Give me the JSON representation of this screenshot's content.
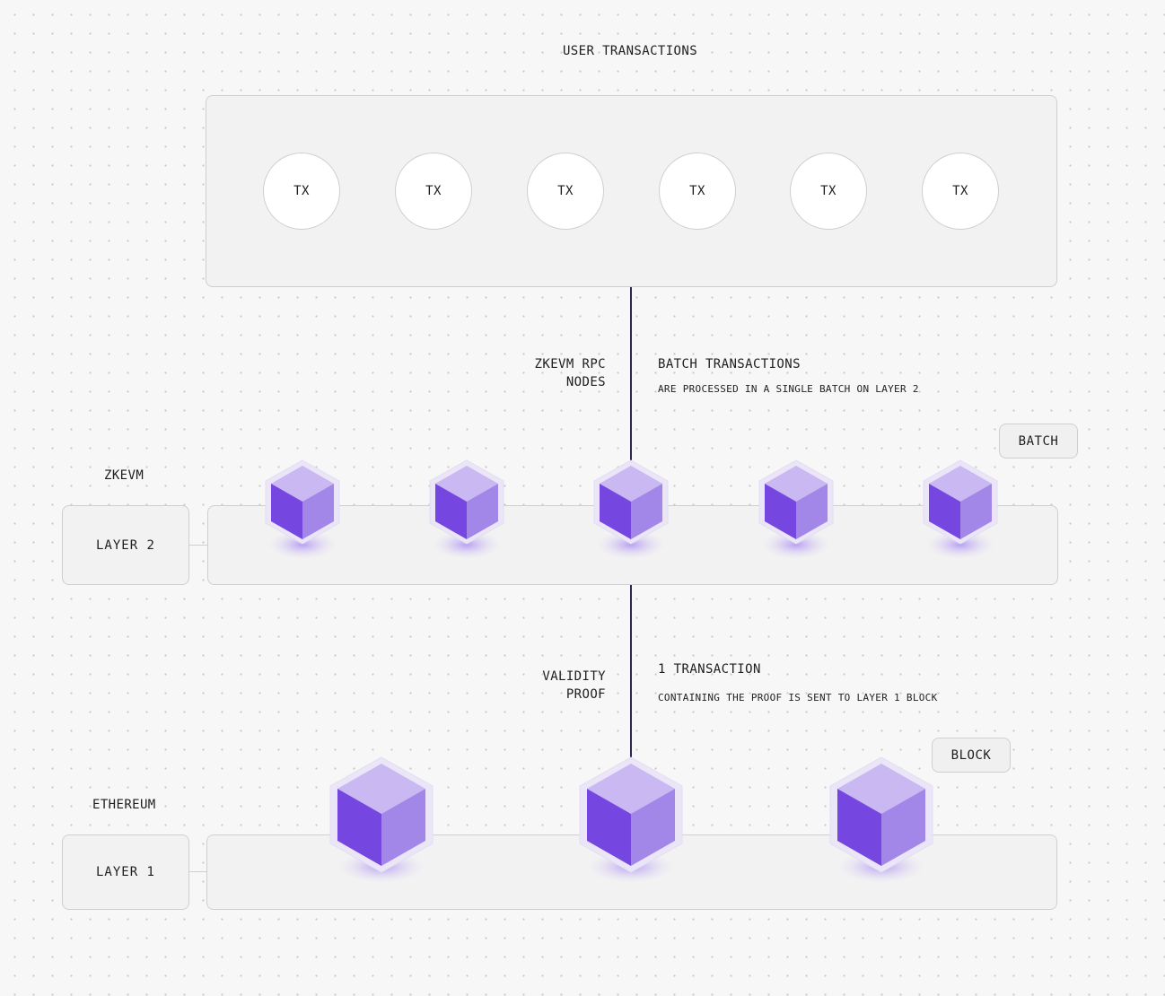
{
  "top": {
    "title": "USER TRANSACTIONS",
    "transactions": [
      "TX",
      "TX",
      "TX",
      "TX",
      "TX",
      "TX"
    ]
  },
  "layer2": {
    "network_name": "ZKEVM",
    "layer_label": "LAYER 2",
    "tag": "BATCH",
    "cube_count": 5
  },
  "step1": {
    "left_label_line1": "ZKEVM RPC",
    "left_label_line2": "NODES",
    "heading": "BATCH TRANSACTIONS",
    "description": "ARE PROCESSED IN A SINGLE BATCH ON LAYER 2"
  },
  "step2": {
    "left_label_line1": "VALIDITY",
    "left_label_line2": "PROOF",
    "heading": "1 TRANSACTION",
    "description": "CONTAINING THE PROOF IS SENT TO LAYER 1 BLOCK"
  },
  "layer1": {
    "network_name": "ETHEREUM",
    "layer_label": "LAYER 1",
    "tag": "BLOCK",
    "cube_count": 3
  },
  "colors": {
    "cube_top": "#c9b8f2",
    "cube_left": "#7546e0",
    "cube_right": "#a387e8",
    "cube_halo": "#ebe6f7",
    "connector": "#2c2850"
  }
}
